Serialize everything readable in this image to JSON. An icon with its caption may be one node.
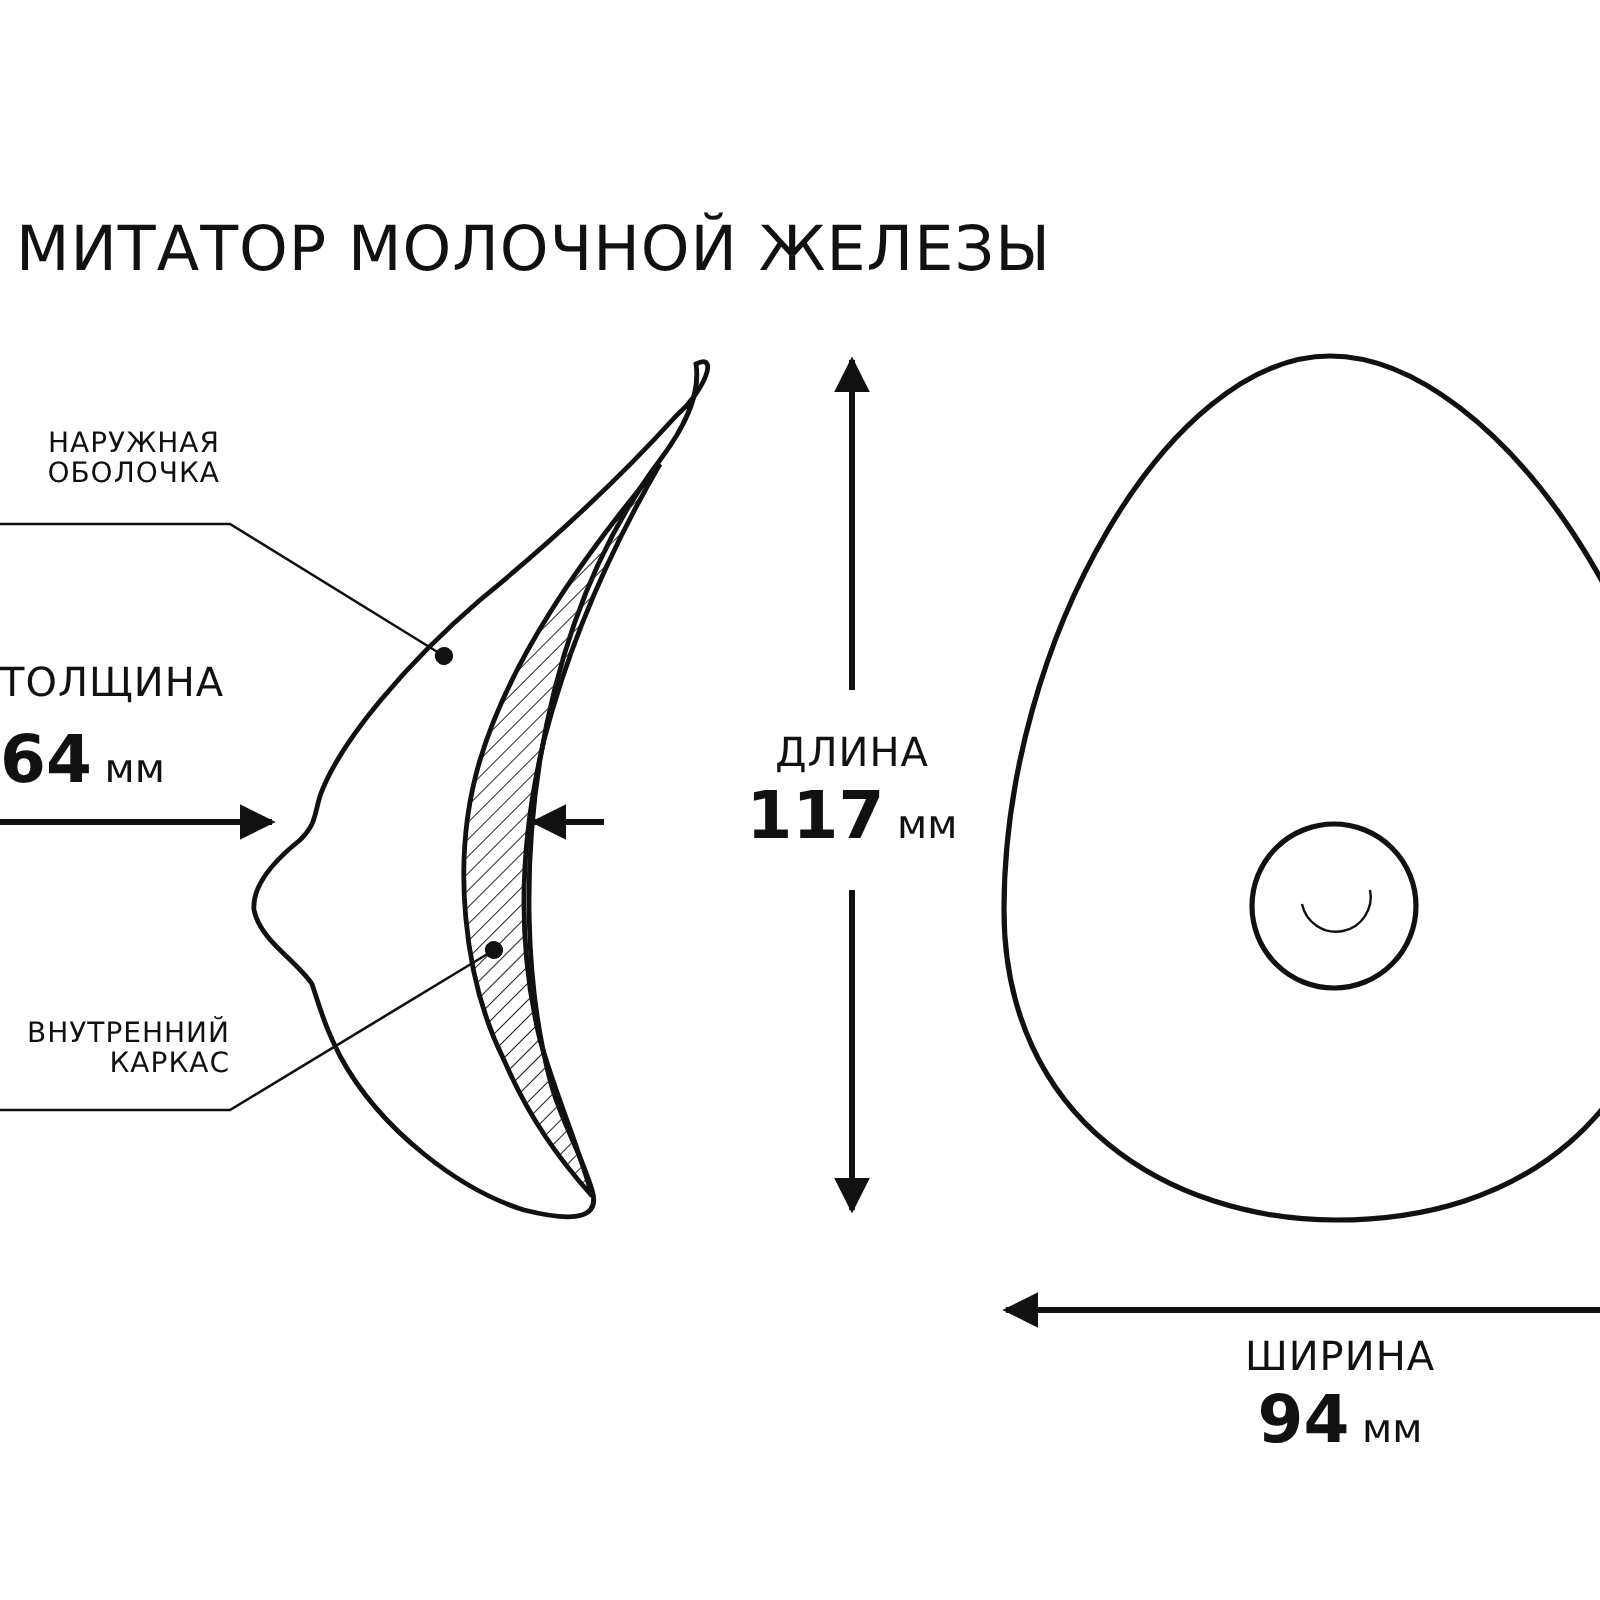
{
  "diagram": {
    "title": "МИТАТОР МОЛОЧНОЙ ЖЕЛЕЗЫ",
    "nodes": [
      {
        "text": [
          "НАРУЖНАЯ ОБОЛОЧКА"
        ]
      },
      {
        "text": [],
        "shape": "picture"
      },
      {
        "text": [
          "ВНУТРЕННИЙ КАРКАС"
        ]
      },
      {
        "text": [],
        "shape": "picture"
      }
    ],
    "edges": [
      {
        "from": 0,
        "to": 1,
        "arrow": "other"
      },
      {
        "from": 2,
        "to": 3,
        "arrow": "other"
      }
    ],
    "labels": [
      "ТОЛЩИНА",
      "**64** мм",
      "ДЛИНА",
      "**117** мм",
      "ШИРИНА",
      "**94** мм"
    ]
  }
}
